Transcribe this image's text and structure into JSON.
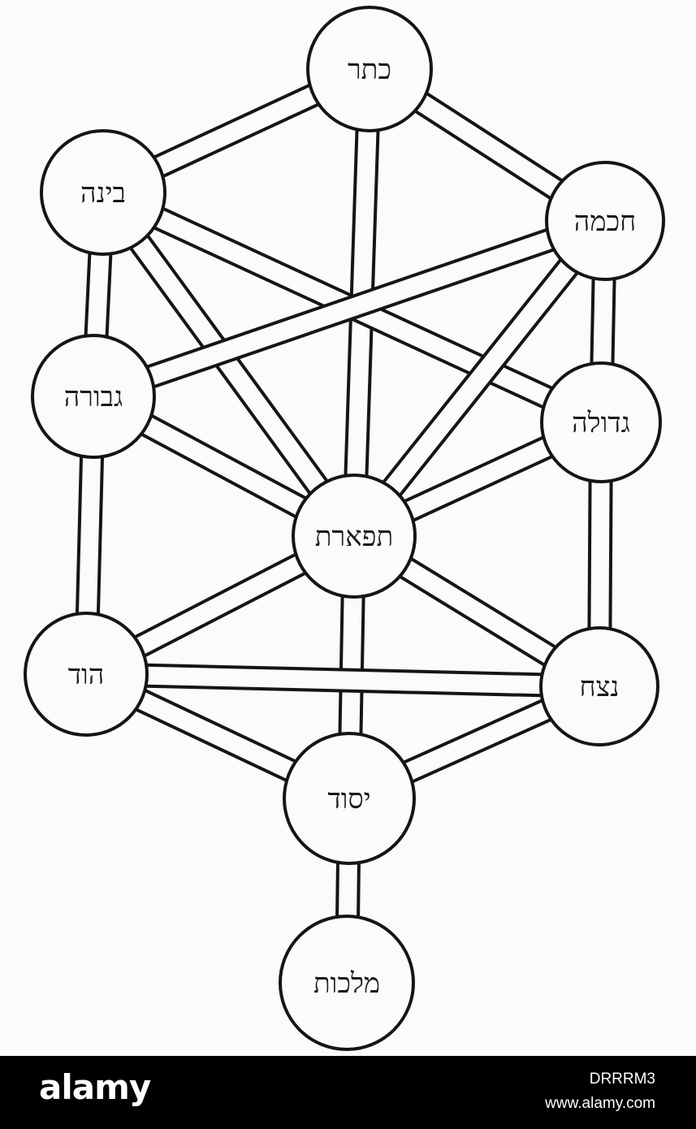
{
  "diagram": {
    "nodes": [
      {
        "id": "keter",
        "label": "כתר"
      },
      {
        "id": "binah",
        "label": "בינה"
      },
      {
        "id": "chokhmah",
        "label": "חכמה"
      },
      {
        "id": "gevurah",
        "label": "גבורה"
      },
      {
        "id": "gedulah",
        "label": "גדולה"
      },
      {
        "id": "tiferet",
        "label": "תפארת"
      },
      {
        "id": "hod",
        "label": "הוד"
      },
      {
        "id": "netzach",
        "label": "נצח"
      },
      {
        "id": "yesod",
        "label": "יסוד"
      },
      {
        "id": "malkhut",
        "label": "מלכות"
      }
    ],
    "edges": [
      [
        "keter",
        "binah"
      ],
      [
        "keter",
        "chokhmah"
      ],
      [
        "keter",
        "tiferet"
      ],
      [
        "binah",
        "gevurah"
      ],
      [
        "binah",
        "tiferet"
      ],
      [
        "binah",
        "gedulah"
      ],
      [
        "chokhmah",
        "gedulah"
      ],
      [
        "chokhmah",
        "tiferet"
      ],
      [
        "chokhmah",
        "gevurah"
      ],
      [
        "gevurah",
        "hod"
      ],
      [
        "gevurah",
        "tiferet"
      ],
      [
        "gedulah",
        "netzach"
      ],
      [
        "gedulah",
        "tiferet"
      ],
      [
        "tiferet",
        "hod"
      ],
      [
        "tiferet",
        "netzach"
      ],
      [
        "tiferet",
        "yesod"
      ],
      [
        "hod",
        "netzach"
      ],
      [
        "hod",
        "yesod"
      ],
      [
        "netzach",
        "yesod"
      ],
      [
        "yesod",
        "malkhut"
      ]
    ]
  },
  "footer": {
    "logo": "alamy",
    "image_id": "DRRRM3",
    "site": "www.alamy.com"
  }
}
